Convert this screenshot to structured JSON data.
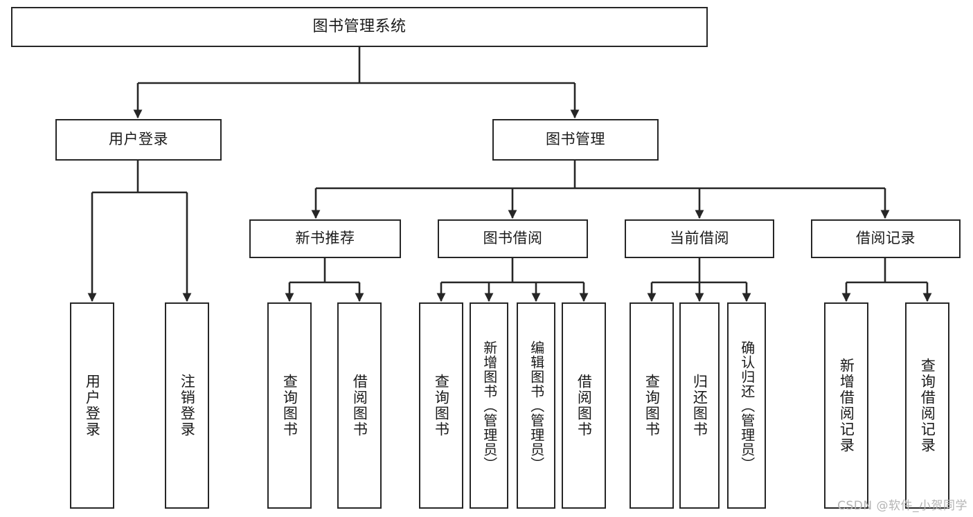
{
  "diagram": {
    "title": "图书管理系统",
    "watermark": "CSDN @软件_小贺同学",
    "colors": {
      "stroke": "#262626",
      "node_fill": "#ffffff",
      "text": "#1a1a1a",
      "background": "#ffffff",
      "watermark": "#b4b4b4"
    },
    "nodes": {
      "root": {
        "label": "图书管理系统"
      },
      "level2": [
        {
          "label": "用户登录"
        },
        {
          "label": "图书管理"
        }
      ],
      "level3": [
        {
          "label": "新书推荐"
        },
        {
          "label": "图书借阅"
        },
        {
          "label": "当前借阅"
        },
        {
          "label": "借阅记录"
        }
      ],
      "leaves": {
        "user_login": [
          {
            "label": "用户登录"
          },
          {
            "label": "注销登录"
          }
        ],
        "new_book_recommend": [
          {
            "label": "查询图书"
          },
          {
            "label": "借阅图书"
          }
        ],
        "book_borrow": [
          {
            "label": "查询图书"
          },
          {
            "label": "新增图书（管理员）"
          },
          {
            "label": "编辑图书（管理员）"
          },
          {
            "label": "借阅图书"
          }
        ],
        "current_borrow": [
          {
            "label": "查询图书"
          },
          {
            "label": "归还图书"
          },
          {
            "label": "确认归还（管理员）"
          }
        ],
        "borrow_records": [
          {
            "label": "新增借阅记录"
          },
          {
            "label": "查询借阅记录"
          }
        ]
      }
    }
  }
}
